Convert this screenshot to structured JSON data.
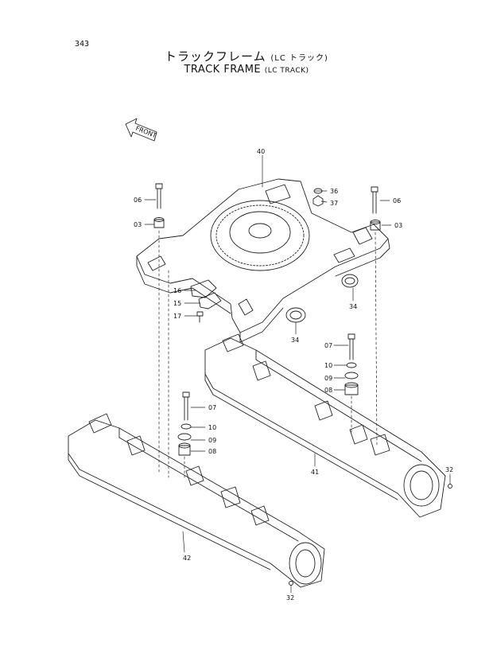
{
  "page": {
    "number": "343"
  },
  "title": {
    "jp_main": "トラックフレーム",
    "jp_sub": "(LC トラック)",
    "en_main": "TRACK FRAME",
    "en_sub": "(LC TRACK)"
  },
  "front_arrow": {
    "label": "FRONT"
  },
  "parts": [
    {
      "id": "p40",
      "label": "40"
    },
    {
      "id": "p36",
      "label": "36"
    },
    {
      "id": "p37",
      "label": "37"
    },
    {
      "id": "p06l",
      "label": "06"
    },
    {
      "id": "p03l",
      "label": "03"
    },
    {
      "id": "p06r",
      "label": "06"
    },
    {
      "id": "p03r",
      "label": "03"
    },
    {
      "id": "p16",
      "label": "16"
    },
    {
      "id": "p15",
      "label": "15"
    },
    {
      "id": "p17",
      "label": "17"
    },
    {
      "id": "p34a",
      "label": "34"
    },
    {
      "id": "p34b",
      "label": "34"
    },
    {
      "id": "p07r",
      "label": "07"
    },
    {
      "id": "p10r",
      "label": "10"
    },
    {
      "id": "p09r",
      "label": "09"
    },
    {
      "id": "p08r",
      "label": "08"
    },
    {
      "id": "p07l",
      "label": "07"
    },
    {
      "id": "p10l",
      "label": "10"
    },
    {
      "id": "p09l",
      "label": "09"
    },
    {
      "id": "p08l",
      "label": "08"
    },
    {
      "id": "p41",
      "label": "41"
    },
    {
      "id": "p42",
      "label": "42"
    },
    {
      "id": "p32r",
      "label": "32"
    },
    {
      "id": "p32l",
      "label": "32"
    }
  ]
}
